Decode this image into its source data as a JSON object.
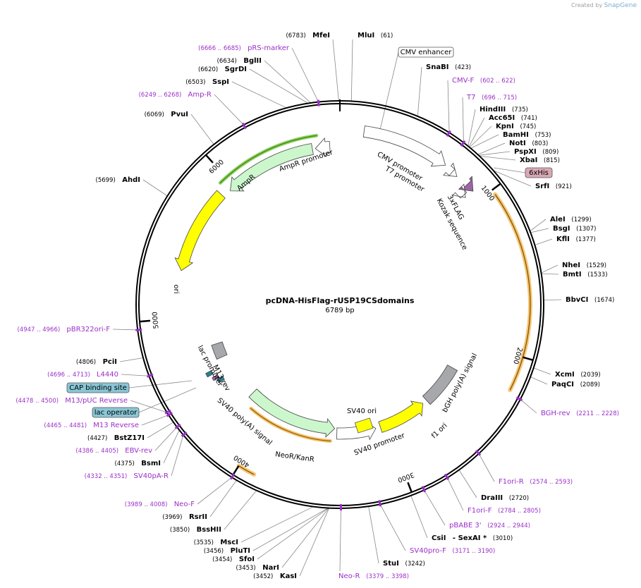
{
  "credit": {
    "prefix": "Created by",
    "brand": "SnapGene"
  },
  "plasmid": {
    "name": "pcDNA-HisFlag-rUSP19CSdomains",
    "size_label": "6789 bp",
    "length": 6789
  },
  "colors": {
    "enzyme": "#000000",
    "primer": "#9b2fc8",
    "leader": "#888888",
    "backbone": "#000000",
    "feature_white": "#ffffff",
    "feature_green": "#ccf7cc",
    "feature_yellow": "#ffff00",
    "feature_gray": "#a6a8ab",
    "feature_teal": "#2f7e8e",
    "feature_purple": "#9e64a8",
    "orf_highlight": "#f5c16a",
    "orf_dark": "#3e8e00",
    "region_label_bg": "#89c6d6",
    "his_bg": "#d9a8b4"
  },
  "ticks": [
    "1000",
    "2000",
    "3000",
    "4000",
    "5000",
    "6000"
  ],
  "enzymes": [
    {
      "name": "MfeI",
      "pos": "(6783)"
    },
    {
      "name": "MluI",
      "pos": "(61)"
    },
    {
      "name": "SnaBI",
      "pos": "(423)"
    },
    {
      "name": "HindIII",
      "pos": "(735)"
    },
    {
      "name": "Acc65I",
      "pos": "(741)"
    },
    {
      "name": "KpnI",
      "pos": "(745)"
    },
    {
      "name": "BamHI",
      "pos": "(753)"
    },
    {
      "name": "NotI",
      "pos": "(803)"
    },
    {
      "name": "PspXI",
      "pos": "(809)"
    },
    {
      "name": "XbaI",
      "pos": "(815)"
    },
    {
      "name": "SrfI",
      "pos": "(921)"
    },
    {
      "name": "AleI",
      "pos": "(1299)"
    },
    {
      "name": "BsgI",
      "pos": "(1307)"
    },
    {
      "name": "KflI",
      "pos": "(1377)"
    },
    {
      "name": "NheI",
      "pos": "(1529)"
    },
    {
      "name": "BmtI",
      "pos": "(1533)"
    },
    {
      "name": "BbvCI",
      "pos": "(1674)"
    },
    {
      "name": "XcmI",
      "pos": "(2039)"
    },
    {
      "name": "PaqCI",
      "pos": "(2089)"
    },
    {
      "name": "DraIII",
      "pos": "(2720)"
    },
    {
      "name": "CsiI",
      "extra": "- SexAI *",
      "pos": "(3010)"
    },
    {
      "name": "StuI",
      "pos": "(3242)"
    },
    {
      "name": "KasI",
      "pos": "(3452)"
    },
    {
      "name": "NarI",
      "pos": "(3453)"
    },
    {
      "name": "SfoI",
      "pos": "(3454)"
    },
    {
      "name": "PluTI",
      "pos": "(3456)"
    },
    {
      "name": "MscI",
      "pos": "(3535)"
    },
    {
      "name": "BssHII",
      "pos": "(3850)"
    },
    {
      "name": "RsrII",
      "pos": "(3969)"
    },
    {
      "name": "BsmI",
      "pos": "(4375)"
    },
    {
      "name": "BstZ17I",
      "pos": "(4427)"
    },
    {
      "name": "PciI",
      "pos": "(4806)"
    },
    {
      "name": "AhdI",
      "pos": "(5699)"
    },
    {
      "name": "PvuI",
      "pos": "(6069)"
    },
    {
      "name": "SspI",
      "pos": "(6503)"
    },
    {
      "name": "SgrDI",
      "pos": "(6620)"
    },
    {
      "name": "BglII",
      "pos": "(6634)"
    }
  ],
  "primers": [
    {
      "name": "pRS-marker",
      "range": "(6666 .. 6685)"
    },
    {
      "name": "Amp-R",
      "range": "(6249 .. 6268)"
    },
    {
      "name": "CMV-F",
      "range": "(602 .. 622)"
    },
    {
      "name": "T7",
      "range": "(696 .. 715)"
    },
    {
      "name": "BGH-rev",
      "range": "(2211 .. 2228)"
    },
    {
      "name": "F1ori-R",
      "range": "(2574 .. 2593)"
    },
    {
      "name": "F1ori-F",
      "range": "(2784 .. 2805)"
    },
    {
      "name": "pBABE 3'",
      "range": "(2924 .. 2944)"
    },
    {
      "name": "SV40pro-F",
      "range": "(3171 .. 3190)"
    },
    {
      "name": "Neo-R",
      "range": "(3379 .. 3398)"
    },
    {
      "name": "Neo-F",
      "range": "(3989 .. 4008)"
    },
    {
      "name": "SV40pA-R",
      "range": "(4332 .. 4351)"
    },
    {
      "name": "EBV-rev",
      "range": "(4386 .. 4405)"
    },
    {
      "name": "M13 Reverse",
      "range": "(4465 .. 4481)"
    },
    {
      "name": "M13/pUC Reverse",
      "range": "(4478 .. 4500)"
    },
    {
      "name": "L4440",
      "range": "(4696 .. 4713)"
    },
    {
      "name": "pBR322ori-F",
      "range": "(4947 .. 4966)"
    }
  ],
  "boxed_labels": [
    "CMV enhancer",
    "6xHis",
    "CAP binding site",
    "lac operator"
  ],
  "feature_labels": [
    "CMV promoter",
    "T7 promoter",
    "3xFLAG",
    "Kozak sequence",
    "AmpR promoter",
    "AmpR",
    "ori",
    "bGH poly(A) signal",
    "f1 ori",
    "SV40 promoter",
    "SV40 ori",
    "NeoR/KanR",
    "SV40 poly(A) signal",
    "lac promoter",
    "M13 rev"
  ]
}
